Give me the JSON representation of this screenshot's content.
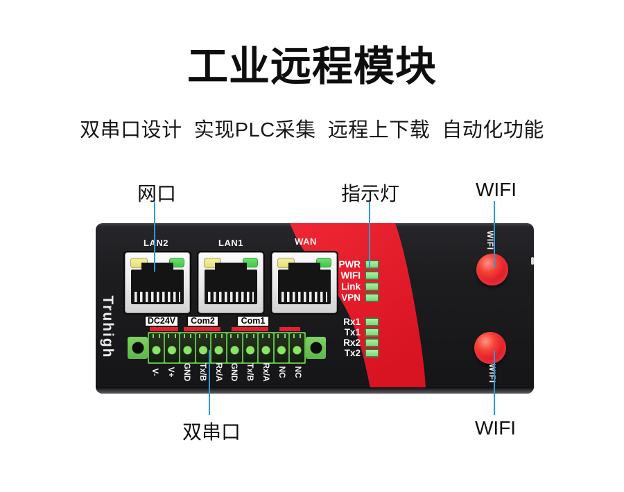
{
  "title": "工业远程模块",
  "subtitle": "双串口设计  实现PLC采集  远程上下载  自动化功能",
  "callouts": {
    "network": "网口",
    "indicator": "指示灯",
    "wifi_top": "WIFI",
    "serial": "双串口",
    "wifi_bottom": "WIFI"
  },
  "device": {
    "brand": "Truhigh",
    "ports": [
      {
        "name": "LAN2"
      },
      {
        "name": "LAN1"
      },
      {
        "name": "WAN"
      }
    ],
    "status_leds_group1": [
      "PWR",
      "WIFI",
      "Link",
      "VPN"
    ],
    "status_leds_group2": [
      "Rx1",
      "Tx1",
      "Rx2",
      "Tx2"
    ],
    "port_groups": [
      "DC24V",
      "Com2",
      "Com1"
    ],
    "terminals": [
      "V-",
      "V+",
      "GND",
      "Tx/B",
      "Rx/A",
      "GND",
      "Tx/B",
      "Rx/A",
      "NC",
      "NC"
    ],
    "antenna_labels": [
      "WIFI",
      "WIFI"
    ]
  },
  "colors": {
    "accent_red": "#e6202e",
    "leader_blue": "#2d9bd8",
    "led_green": "#8fe98b",
    "terminal_green": "#5fbb49",
    "body_black": "#1d1d20",
    "port_led_yellow": "#ece98a",
    "port_led_green": "#4ccf52"
  }
}
